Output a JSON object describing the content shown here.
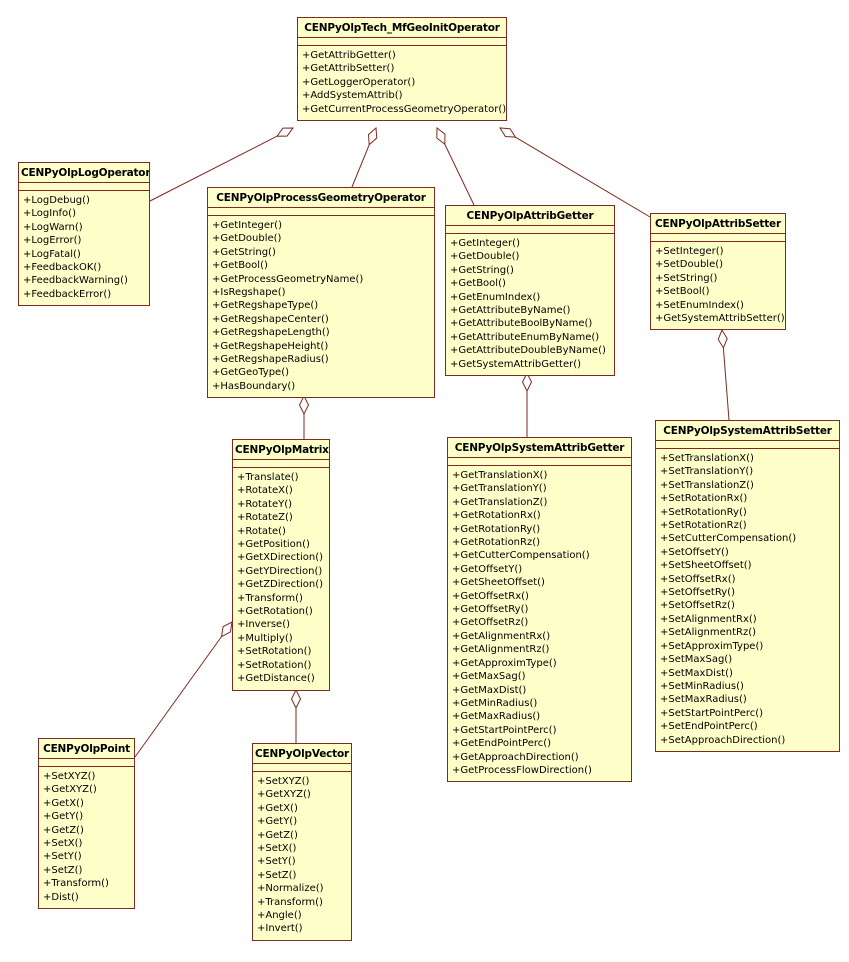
{
  "diagram": {
    "title": "UML class diagram",
    "colors": {
      "box_fill": "#FFFFC9",
      "box_border": "#7E2A20",
      "line": "#7E2A20",
      "diamond_fill": "#FFFFFF",
      "background": "#FFFFFF",
      "text": "#000000"
    },
    "classes": [
      {
        "id": "tech",
        "name": "CENPyOlpTech_MfGeoInitOperator",
        "methods": [
          "+GetAttribGetter()",
          "+GetAttribSetter()",
          "+GetLoggerOperator()",
          "+AddSystemAttrib()",
          "+GetCurrentProcessGeometryOperator()"
        ]
      },
      {
        "id": "log",
        "name": "CENPyOlpLogOperator",
        "methods": [
          "+LogDebug()",
          "+LogInfo()",
          "+LogWarn()",
          "+LogError()",
          "+LogFatal()",
          "+FeedbackOK()",
          "+FeedbackWarning()",
          "+FeedbackError()"
        ]
      },
      {
        "id": "pgo",
        "name": "CENPyOlpProcessGeometryOperator",
        "methods": [
          "+GetInteger()",
          "+GetDouble()",
          "+GetString()",
          "+GetBool()",
          "+GetProcessGeometryName()",
          "+IsRegshape()",
          "+GetRegshapeType()",
          "+GetRegshapeCenter()",
          "+GetRegshapeLength()",
          "+GetRegshapeHeight()",
          "+GetRegshapeRadius()",
          "+GetGeoType()",
          "+HasBoundary()"
        ]
      },
      {
        "id": "getter",
        "name": "CENPyOlpAttribGetter",
        "methods": [
          "+GetInteger()",
          "+GetDouble()",
          "+GetString()",
          "+GetBool()",
          "+GetEnumIndex()",
          "+GetAttributeByName()",
          "+GetAttributeBoolByName()",
          "+GetAttributeEnumByName()",
          "+GetAttributeDoubleByName()",
          "+GetSystemAttribGetter()"
        ]
      },
      {
        "id": "setter",
        "name": "CENPyOlpAttribSetter",
        "methods": [
          "+SetInteger()",
          "+SetDouble()",
          "+SetString()",
          "+SetBool()",
          "+SetEnumIndex()",
          "+GetSystemAttribSetter()"
        ]
      },
      {
        "id": "matrix",
        "name": "CENPyOlpMatrix",
        "methods": [
          "+Translate()",
          "+RotateX()",
          "+RotateY()",
          "+RotateZ()",
          "+Rotate()",
          "+GetPosition()",
          "+GetXDirection()",
          "+GetYDirection()",
          "+GetZDirection()",
          "+Transform()",
          "+GetRotation()",
          "+Inverse()",
          "+Multiply()",
          "+SetRotation()",
          "+SetRotation()",
          "+GetDistance()"
        ]
      },
      {
        "id": "sysgetter",
        "name": "CENPyOlpSystemAttribGetter",
        "methods": [
          "+GetTranslationX()",
          "+GetTranslationY()",
          "+GetTranslationZ()",
          "+GetRotationRx()",
          "+GetRotationRy()",
          "+GetRotationRz()",
          "+GetCutterCompensation()",
          "+GetOffsetY()",
          "+GetSheetOffset()",
          "+GetOffsetRx()",
          "+GetOffsetRy()",
          "+GetOffsetRz()",
          "+GetAlignmentRx()",
          "+GetAlignmentRz()",
          "+GetApproximType()",
          "+GetMaxSag()",
          "+GetMaxDist()",
          "+GetMinRadius()",
          "+GetMaxRadius()",
          "+GetStartPointPerc()",
          "+GetEndPointPerc()",
          "+GetApproachDirection()",
          "+GetProcessFlowDirection()"
        ]
      },
      {
        "id": "syssetter",
        "name": "CENPyOlpSystemAttribSetter",
        "methods": [
          "+SetTranslationX()",
          "+SetTranslationY()",
          "+SetTranslationZ()",
          "+SetRotationRx()",
          "+SetRotationRy()",
          "+SetRotationRz()",
          "+SetCutterCompensation()",
          "+SetOffsetY()",
          "+SetSheetOffset()",
          "+SetOffsetRx()",
          "+SetOffsetRy()",
          "+SetOffsetRz()",
          "+SetAlignmentRx()",
          "+SetAlignmentRz()",
          "+SetApproximType()",
          "+SetMaxSag()",
          "+SetMaxDist()",
          "+SetMinRadius()",
          "+SetMaxRadius()",
          "+SetStartPointPerc()",
          "+SetEndPointPerc()",
          "+SetApproachDirection()"
        ]
      },
      {
        "id": "point",
        "name": "CENPyOlpPoint",
        "methods": [
          "+SetXYZ()",
          "+GetXYZ()",
          "+GetX()",
          "+GetY()",
          "+GetZ()",
          "+SetX()",
          "+SetY()",
          "+SetZ()",
          "+Transform()",
          "+Dist()"
        ]
      },
      {
        "id": "vector",
        "name": "CENPyOlpVector",
        "methods": [
          "+SetXYZ()",
          "+GetXYZ()",
          "+GetX()",
          "+GetY()",
          "+GetZ()",
          "+SetX()",
          "+SetY()",
          "+SetZ()",
          "+Normalize()",
          "+Transform()",
          "+Angle()",
          "+Invert()"
        ]
      }
    ],
    "relations": [
      {
        "from": "tech",
        "to": "log",
        "type": "aggregation"
      },
      {
        "from": "tech",
        "to": "pgo",
        "type": "aggregation"
      },
      {
        "from": "tech",
        "to": "getter",
        "type": "aggregation"
      },
      {
        "from": "tech",
        "to": "setter",
        "type": "aggregation"
      },
      {
        "from": "pgo",
        "to": "matrix",
        "type": "aggregation"
      },
      {
        "from": "getter",
        "to": "sysgetter",
        "type": "aggregation"
      },
      {
        "from": "setter",
        "to": "syssetter",
        "type": "aggregation"
      },
      {
        "from": "matrix",
        "to": "point",
        "type": "aggregation"
      },
      {
        "from": "matrix",
        "to": "vector",
        "type": "aggregation"
      }
    ]
  }
}
